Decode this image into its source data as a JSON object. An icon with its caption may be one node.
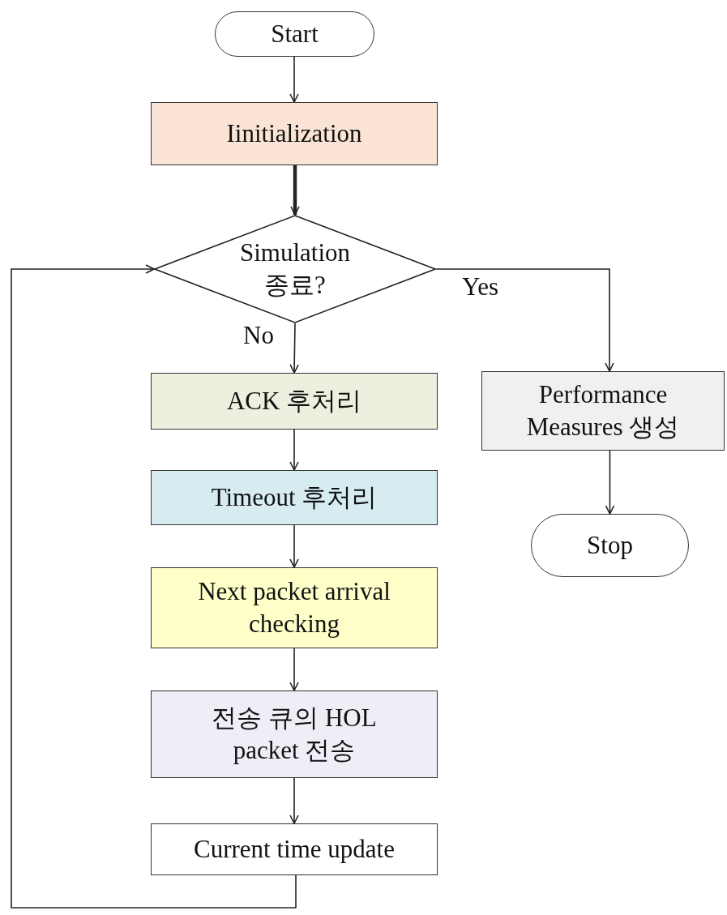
{
  "diagram": {
    "nodes": [
      {
        "text": [
          "Start"
        ]
      },
      {
        "text": [
          "Iinitialization"
        ]
      },
      {
        "text": [
          "Simulation 종료?"
        ]
      },
      {
        "text": [
          "ACK 후처리"
        ]
      },
      {
        "text": [
          "Performance Measures 생성"
        ]
      },
      {
        "text": [
          "Timeout 후처리"
        ]
      },
      {
        "text": [
          "Stop"
        ]
      },
      {
        "text": [
          "Next packet arrival checking"
        ]
      },
      {
        "text": [
          "전송 큐의 HOL packet 전송"
        ]
      },
      {
        "text": [
          "Current time update"
        ]
      }
    ],
    "edges": [
      {
        "from": 0,
        "to": 1,
        "arrow": "to"
      },
      {
        "from": 1,
        "to": 2,
        "arrow": "to",
        "style": "thick"
      },
      {
        "from": 2,
        "to": 3,
        "arrow": "to",
        "label": "No"
      },
      {
        "from": 2,
        "to": 4,
        "arrow": "to",
        "label": "Yes"
      },
      {
        "from": 3,
        "to": 5,
        "arrow": "to"
      },
      {
        "from": 4,
        "to": 6,
        "arrow": "to"
      },
      {
        "from": 5,
        "to": 7,
        "arrow": "to"
      },
      {
        "from": 7,
        "to": 8,
        "arrow": "to"
      },
      {
        "from": 8,
        "to": 9,
        "arrow": "to"
      },
      {
        "from": 9,
        "to": 2,
        "arrow": "to"
      }
    ]
  }
}
